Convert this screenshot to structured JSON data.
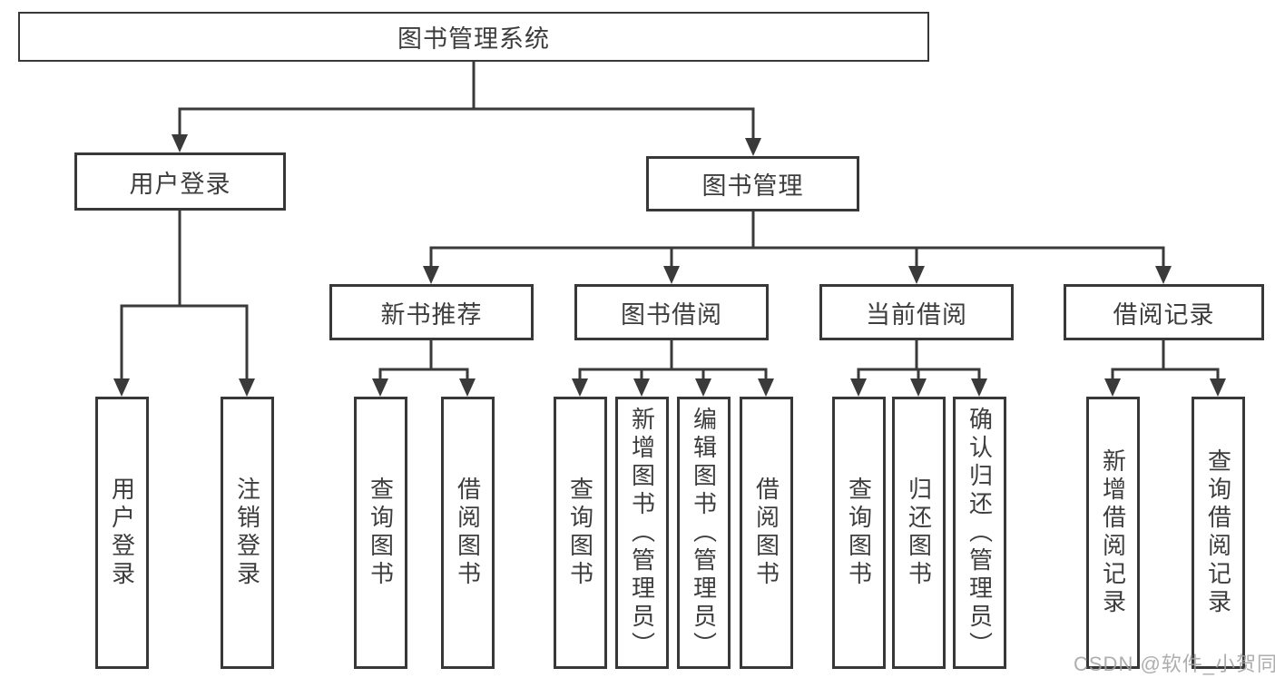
{
  "colors": {
    "line": "#3a3a3a",
    "border": "#383838",
    "text": "#3d3d3d",
    "background": "#ffffff",
    "watermark": "#a0a0a0"
  },
  "watermark": "CSDN @软件_小贺同学",
  "tree": {
    "label": "图书管理系统",
    "children": [
      {
        "label": "用户登录",
        "children": [
          {
            "label": "用户登录"
          },
          {
            "label": "注销登录"
          }
        ]
      },
      {
        "label": "图书管理",
        "children": [
          {
            "label": "新书推荐",
            "children": [
              {
                "label": "查询图书"
              },
              {
                "label": "借阅图书"
              }
            ]
          },
          {
            "label": "图书借阅",
            "children": [
              {
                "label": "查询图书"
              },
              {
                "label": "新增图书（管理员）"
              },
              {
                "label": "编辑图书（管理员）"
              },
              {
                "label": "借阅图书"
              }
            ]
          },
          {
            "label": "当前借阅",
            "children": [
              {
                "label": "查询图书"
              },
              {
                "label": "归还图书"
              },
              {
                "label": "确认归还（管理员）"
              }
            ]
          },
          {
            "label": "借阅记录",
            "children": [
              {
                "label": "新增借阅记录"
              },
              {
                "label": "查询借阅记录"
              }
            ]
          }
        ]
      }
    ]
  }
}
